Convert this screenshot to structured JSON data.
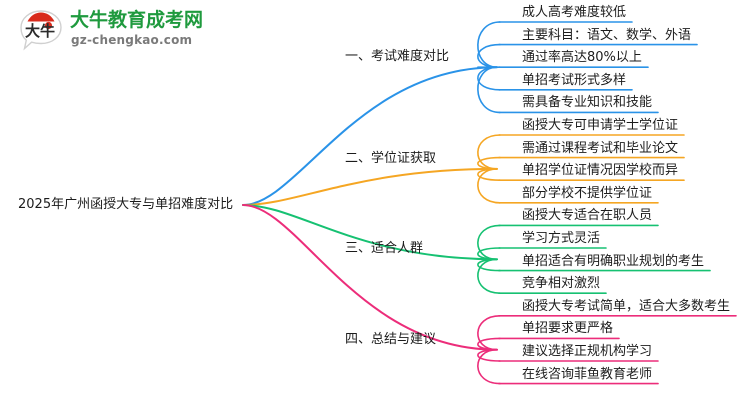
{
  "logo": {
    "mark_text": "大牛",
    "brand_cn": "大牛教育成考网",
    "brand_url": "gz-chengkao.com",
    "brand_color": "#1f9a3e",
    "mark_color": "#d92b1c"
  },
  "mindmap": {
    "root": {
      "label": "2025年广州函授大专与单招难度对比"
    },
    "branches": [
      {
        "id": "branch-1",
        "label": "一、考试难度对比",
        "color": "#2a93e8",
        "leaves": [
          "成人高考难度较低",
          "主要科目：语文、数学、外语",
          "通过率高达80%以上",
          "单招考试形式多样",
          "需具备专业知识和技能"
        ]
      },
      {
        "id": "branch-2",
        "label": "二、学位证获取",
        "color": "#f5a623",
        "leaves": [
          "函授大专可申请学士学位证",
          "需通过课程考试和毕业论文",
          "单招学位证情况因学校而异",
          "部分学校不提供学位证"
        ]
      },
      {
        "id": "branch-3",
        "label": "三、适合人群",
        "color": "#16c172",
        "leaves": [
          "函授大专适合在职人员",
          "学习方式灵活",
          "单招适合有明确职业规划的考生",
          "竞争相对激烈"
        ]
      },
      {
        "id": "branch-4",
        "label": "四、总结与建议",
        "color": "#ec2d7a",
        "leaves": [
          "函授大专考试简单，适合大多数考生",
          "单招要求更严格",
          "建议选择正规机构学习",
          "在线咨询菲鱼教育老师"
        ]
      }
    ]
  }
}
